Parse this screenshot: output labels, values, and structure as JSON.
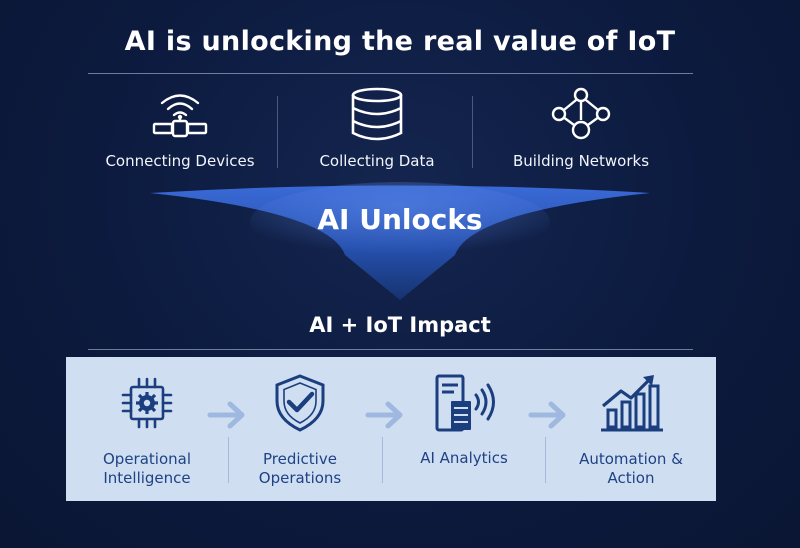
{
  "title": "AI is unlocking the real value of IoT",
  "top_items": [
    {
      "label": "Connecting Devices",
      "icon": "satellite-wifi-icon"
    },
    {
      "label": "Collecting Data",
      "icon": "database-icon"
    },
    {
      "label": "Building Networks",
      "icon": "network-nodes-icon"
    }
  ],
  "funnel": {
    "label": "AI Unlocks",
    "color": "#2f5fc8"
  },
  "impact": {
    "title": "AI + IoT Impact",
    "items": [
      {
        "label_line1": "Operational",
        "label_line2": "Intelligence",
        "icon": "chip-gear-icon"
      },
      {
        "label_line1": "Predictive",
        "label_line2": "Operations",
        "icon": "shield-check-icon"
      },
      {
        "label_line1": "AI Analytics",
        "label_line2": "",
        "icon": "server-signal-icon"
      },
      {
        "label_line1": "Automation &",
        "label_line2": "Action",
        "icon": "growth-chart-icon"
      }
    ]
  },
  "colors": {
    "background": "#0c1a3e",
    "panel": "#cfdff1",
    "icon_dark": "#1b3f7e",
    "arrow": "#9fb8df"
  }
}
